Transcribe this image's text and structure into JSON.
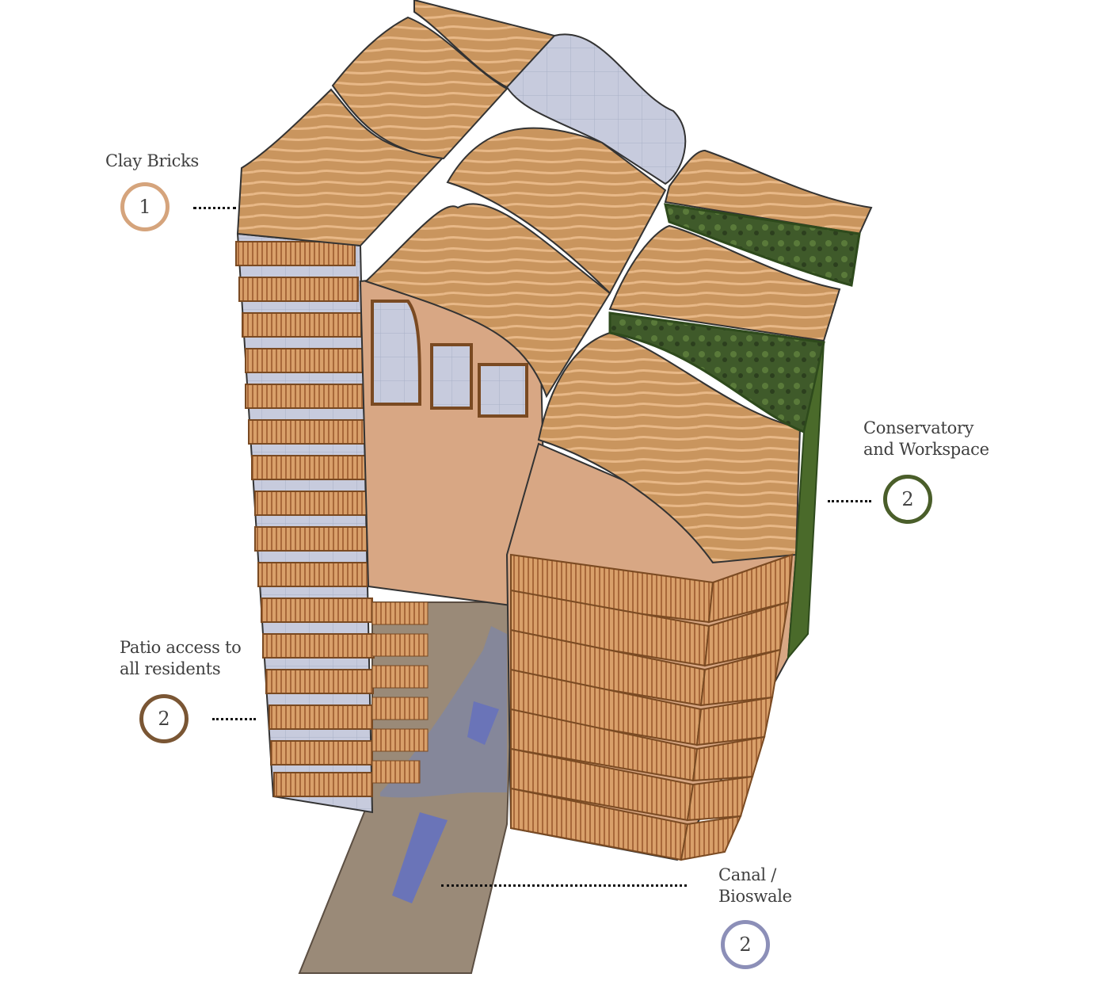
{
  "annotations": [
    {
      "id": "clay-bricks",
      "lines": [
        "Clay Bricks"
      ],
      "number": "1",
      "color": "#d5a47c"
    },
    {
      "id": "conservatory",
      "lines": [
        "Conservatory",
        "and Workspace"
      ],
      "number": "2",
      "color": "#4a5e2a"
    },
    {
      "id": "patio",
      "lines": [
        "Patio access to",
        "all residents"
      ],
      "number": "2",
      "color": "#7a5634"
    },
    {
      "id": "canal",
      "lines": [
        "Canal /",
        "Bioswale"
      ],
      "number": "2",
      "color": "#8c8fb8"
    }
  ]
}
